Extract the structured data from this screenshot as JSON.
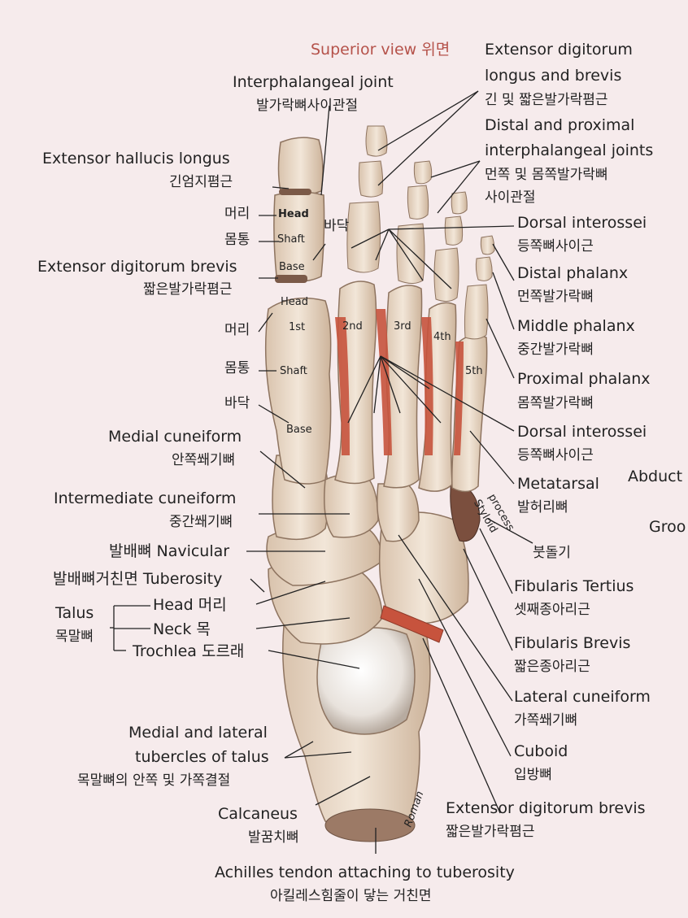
{
  "title": "Superior view 위면",
  "labels": {
    "edl_en_1": "Extensor digitorum",
    "edl_en_2": "longus and brevis",
    "edl_ko": "긴 및 짧은발가락폄근",
    "dpij_en_1": "Distal and proximal",
    "dpij_en_2": "interphalangeal joints",
    "dpij_ko_1": "먼쪽 및 몸쪽발가락뼈",
    "dpij_ko_2": "사이관절",
    "dorsal_int1_en": "Dorsal interossei",
    "dorsal_int1_ko": "등쪽뼈사이근",
    "distal_phalanx_en": "Distal phalanx",
    "distal_phalanx_ko": "먼쪽발가락뼈",
    "middle_phalanx_en": "Middle phalanx",
    "middle_phalanx_ko": "중간발가락뼈",
    "proximal_phalanx_en": "Proximal phalanx",
    "proximal_phalanx_ko": "몸쪽발가락뼈",
    "dorsal_int2_en": "Dorsal interossei",
    "dorsal_int2_ko": "등쪽뼈사이근",
    "metatarsal_en": "Metatarsal",
    "metatarsal_ko": "발허리뼈",
    "abduct_cut": "Abduct",
    "groo_cut": "Groo",
    "styloid_en_1": "Styloid",
    "styloid_en_2": "process",
    "styloid_ko": "붓돌기",
    "fib_tertius_en": "Fibularis Tertius",
    "fib_tertius_ko": "셋째종아리근",
    "fib_brevis_en": "Fibularis Brevis",
    "fib_brevis_ko": "짧은종아리근",
    "lat_cun_en": "Lateral cuneiform",
    "lat_cun_ko": "가쪽쐐기뼈",
    "cuboid_en": "Cuboid",
    "cuboid_ko": "입방뼈",
    "edb_right_en": "Extensor digitorum brevis",
    "edb_right_ko": "짧은발가락폄근",
    "ipj_en": "Interphalangeal joint",
    "ipj_ko": "발가락뼈사이관절",
    "ehl_en": "Extensor hallucis longus",
    "ehl_ko": "긴엄지폄근",
    "head_ko_1": "머리",
    "shaft_ko_1": "몸통",
    "edb_left_en": "Extensor digitorum brevis",
    "edb_left_ko": "짧은발가락폄근",
    "head_ko_2": "머리",
    "shaft_ko_2": "몸통",
    "base_ko_2": "바닥",
    "base_ko_1": "바닥",
    "med_cun_en": "Medial cuneiform",
    "med_cun_ko": "안쪽쐐기뼈",
    "int_cun_en": "Intermediate cuneiform",
    "int_cun_ko": "중간쐐기뼈",
    "navicular": "발배뼈 Navicular",
    "tuberosity": "발배뼈거친면 Tuberosity",
    "talus_en": "Talus",
    "talus_ko": "목말뼈",
    "talus_head": "Head 머리",
    "talus_neck": "Neck 목",
    "talus_trochlea": "Trochlea 도르래",
    "tubercles_en_1": "Medial and lateral",
    "tubercles_en_2": "tubercles of talus",
    "tubercles_ko": "목말뼈의 안쪽 및 가쪽결절",
    "calcaneus_en": "Calcaneus",
    "calcaneus_ko": "발꿈치뼈",
    "achilles_en": "Achilles tendon attaching to tuberosity",
    "achilles_ko": "아킬레스힘줄이 닿는 거친면"
  },
  "bone_labels": {
    "head_top": "Head",
    "shaft_top": "Shaft",
    "base_top": "Base",
    "head_meta": "Head",
    "first": "1st",
    "shaft_meta": "Shaft",
    "base_meta": "Base",
    "second": "2nd",
    "third": "3rd",
    "fourth": "4th",
    "fifth": "5th",
    "signature": "Roman"
  },
  "colors": {
    "background": "#f6ebec",
    "bone": "#e8d8c6",
    "bone_shadow": "#c9b29c",
    "muscle": "#c7533d",
    "title": "#b5524a"
  }
}
